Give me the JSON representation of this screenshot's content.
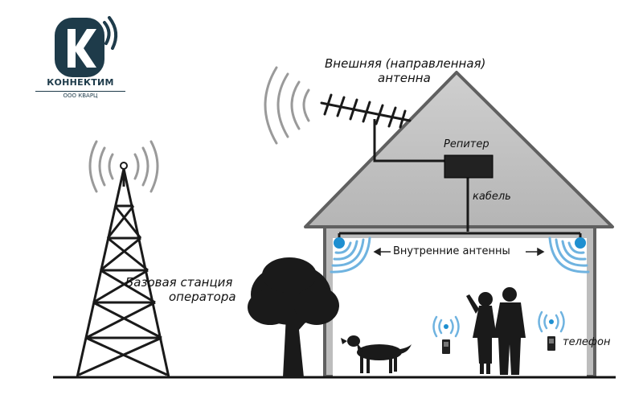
{
  "logo": {
    "brand": "КОННЕКТИМ",
    "company": "ООО КВАРЦ",
    "glyph": "К"
  },
  "labels": {
    "external_antenna_line1": "Внешняя (направленная)",
    "external_antenna_line2": "антенна",
    "repeater": "Репитер",
    "cable": "кабель",
    "internal_antennas": "Внутренние антенны",
    "base_station_line1": "Базовая станция",
    "base_station_line2": "оператора",
    "phone": "телефон"
  },
  "colors": {
    "house_fill": "#bdbdbd",
    "house_stroke": "#606060",
    "interior": "#ffffff",
    "signal_blue": "#6fb3e0",
    "antenna_blue": "#1e8fd0",
    "silhouette": "#1a1a1a",
    "brand": "#1e3b4a",
    "ground": "#111111"
  },
  "icons": [
    "wifi-waves-icon",
    "phone-icon",
    "tree-icon",
    "dog-icon",
    "people-icon",
    "tower-icon"
  ]
}
